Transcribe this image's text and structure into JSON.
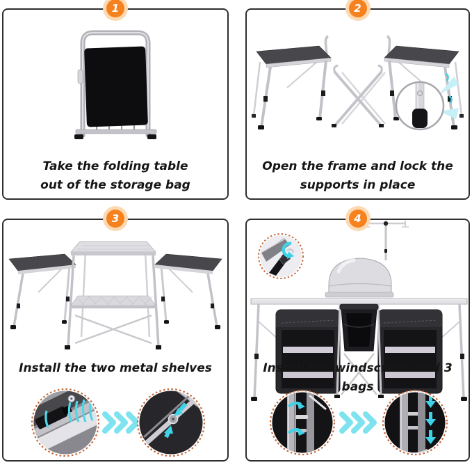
{
  "sheet": {
    "type": "assembly-instructions",
    "product": "folding camping table / camp kitchen"
  },
  "steps": [
    {
      "number": "1",
      "caption": [
        "Take the folding table",
        "out of the storage bag"
      ]
    },
    {
      "number": "2",
      "caption": [
        "Open the frame and lock the",
        "supports in place"
      ]
    },
    {
      "number": "3",
      "caption": [
        "Install the two metal shelves",
        ""
      ]
    },
    {
      "number": "4",
      "caption": [
        "Install the windscreen and 3 bags",
        ""
      ]
    }
  ],
  "colors": {
    "badge_orange": "#F5821F",
    "badge_halo": "#FBD9B2",
    "panel_border": "#2E2E2E",
    "caption_text": "#161616",
    "cyan_arrow": "#3FD2E6",
    "cyan_chevron": "#7EE3EE",
    "cyan_beam": "#C6F0F7",
    "dotted_circle_border": "#C5693A",
    "tabletop_dark": "#48484C",
    "frame_silver": "#C2C2C8",
    "bag_fabric_dark": "#28282C",
    "shelf_lavender": "#D2CCD9"
  }
}
